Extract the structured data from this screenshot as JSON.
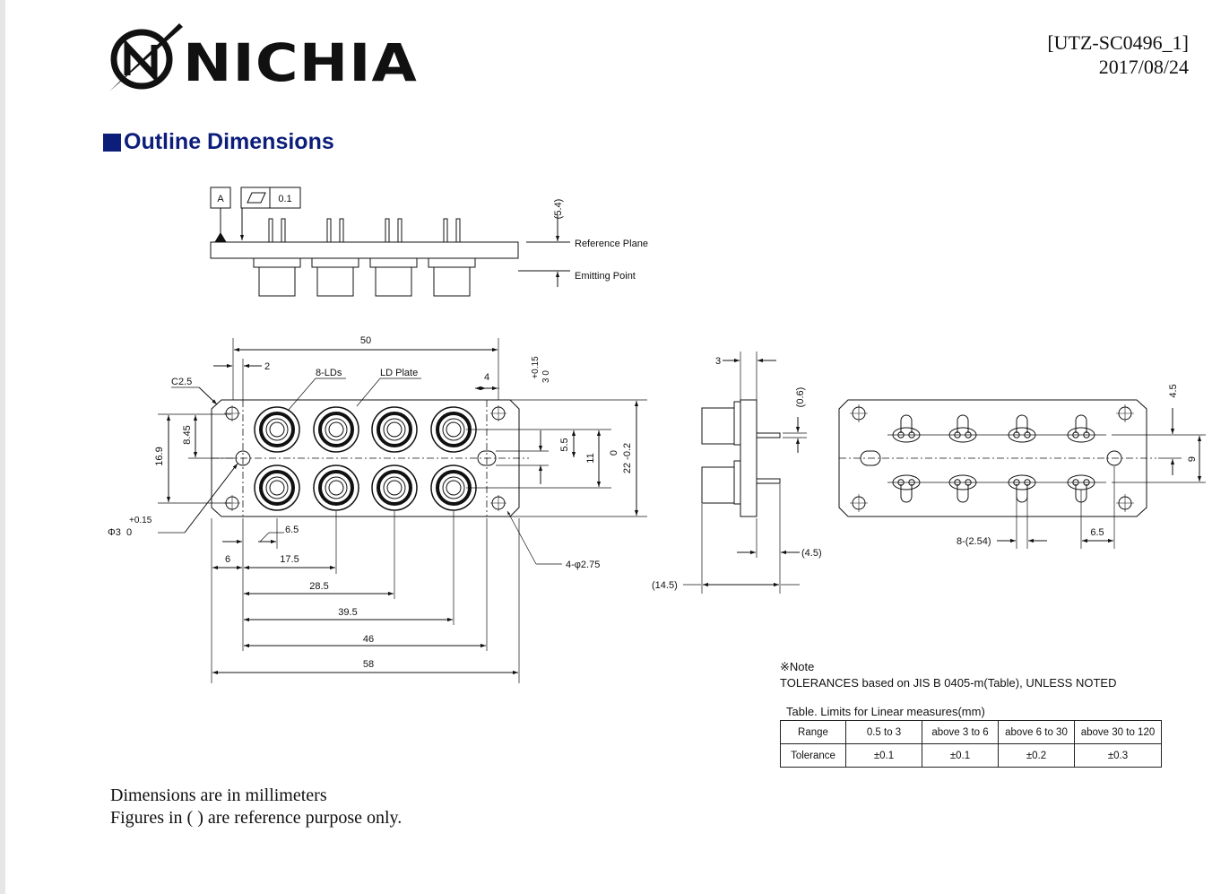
{
  "header": {
    "doc_id": "[UTZ-SC0496_1]",
    "date": "2017/08/24"
  },
  "logo": {
    "wordmark": "NICHIA"
  },
  "section": {
    "title": "Outline Dimensions"
  },
  "side_view": {
    "datum": "A",
    "flatness_value": "0.1",
    "height_ref": "(5.4)",
    "reference_plane": "Reference Plane",
    "emitting_point": "Emitting Point"
  },
  "front_view": {
    "w50": "50",
    "w2": "2",
    "lds": "8-LDs",
    "plate": "LD Plate",
    "w4": "4",
    "tol_upper": "+0.15",
    "tol_zero": "3 0",
    "c25": "C2.5",
    "h845": "8.45",
    "h169": "16.9",
    "h55": "5.5",
    "h11": "11",
    "h22": "22 -0.2",
    "h22zero": "0",
    "phi_tol": "+0.15",
    "phi": "Φ3  0",
    "d65": "6.5",
    "holes": "4-φ2.75",
    "d6": "6",
    "d175": "17.5",
    "d285": "28.5",
    "d395": "39.5",
    "d46": "46",
    "d58": "58"
  },
  "end_view": {
    "t3": "3",
    "t06": "(0.6)",
    "t45": "(4.5)",
    "t145": "(14.5)"
  },
  "back_view": {
    "b45": "4.5",
    "b9": "9",
    "pitch": "8-(2.54)",
    "b65": "6.5"
  },
  "note": {
    "heading": "※Note",
    "line": "TOLERANCES based on JIS B 0405-m(Table), UNLESS NOTED",
    "table_title": "Table. Limits for Linear measures(mm)",
    "table": {
      "range_label": "Range",
      "tolerance_label": "Tolerance",
      "ranges": [
        "0.5 to 3",
        "above 3 to 6",
        "above 6 to 30",
        "above 30 to 120"
      ],
      "tolerances": [
        "±0.1",
        "±0.1",
        "±0.2",
        "±0.3"
      ]
    }
  },
  "footer": {
    "line1": "Dimensions are in millimeters",
    "line2": "Figures in ( ) are reference purpose only."
  }
}
